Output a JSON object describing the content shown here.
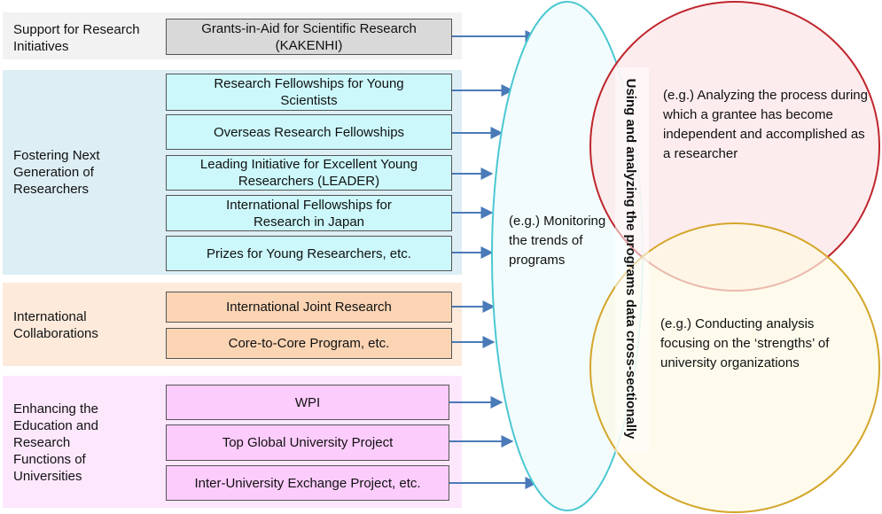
{
  "groups": [
    {
      "label": "Support for Research Initiatives",
      "color": "#f2f2f2",
      "programs": [
        {
          "name": "Grants-in-Aid for Scientific Research (KAKENHI)",
          "color": "#d9d9d9"
        }
      ]
    },
    {
      "label": "Fostering Next Generation of Researchers",
      "color": "#ddeef5",
      "programs": [
        {
          "name": "Research Fellowships for Young Scientists",
          "color": "#ccf8fb"
        },
        {
          "name": "Overseas Research Fellowships",
          "color": "#ccf8fb"
        },
        {
          "name": "Leading Initiative for Excellent Young Researchers (LEADER)",
          "color": "#ccf8fb"
        },
        {
          "name": "International Fellowships for Research in Japan",
          "color": "#ccf8fb"
        },
        {
          "name": "Prizes for Young Researchers, etc.",
          "color": "#ccf8fb"
        }
      ]
    },
    {
      "label": "International Collaborations",
      "color": "#fdeadb",
      "programs": [
        {
          "name": "International Joint Research",
          "color": "#fbd4b4"
        },
        {
          "name": "Core-to-Core Program, etc.",
          "color": "#fbd4b4"
        }
      ]
    },
    {
      "label": "Enhancing the Education and Research Functions of Universities",
      "color": "#fde7fd",
      "programs": [
        {
          "name": "WPI",
          "color": "#fcccfc"
        },
        {
          "name": "Top Global University Project",
          "color": "#fcccfc"
        },
        {
          "name": "Inter-University Exchange Project, etc.",
          "color": "#fcccfc"
        }
      ]
    }
  ],
  "ellipse": {
    "color": "#4bc8d2",
    "fill": "#f2fcfd",
    "note": "(e.g.) Monitoring the trends of programs",
    "vertical_label": "Using and analyzing the programs data cross-sectionally"
  },
  "circle_top": {
    "color": "#c0262d",
    "fill": "#fde9ea",
    "note": "(e.g.) Analyzing the process during which a grantee has become independent and accomplished as a researcher"
  },
  "circle_bottom": {
    "color": "#d4a62a",
    "fill": "#fdf9e4",
    "note": "(e.g.) Conducting analysis focusing on the ‘strengths’ of university organizations"
  },
  "arrow_color": "#4a7ab8"
}
